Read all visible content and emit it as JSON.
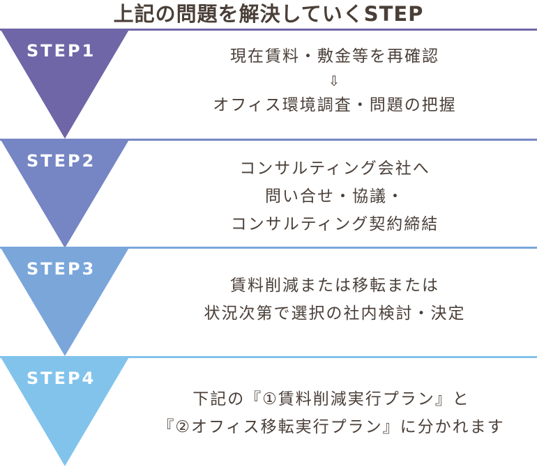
{
  "title": "上記の問題を解決していくSTEP",
  "colors": {
    "step1": "#6f66a8",
    "step2": "#7685c4",
    "step3": "#7aa6da",
    "step4": "#82c3ec",
    "text": "#4a3f38"
  },
  "steps": [
    {
      "label": "STEP1",
      "lines": [
        "現在賃料・敷金等を再確認",
        "⇩",
        "オフィス環境調査・問題の把握"
      ]
    },
    {
      "label": "STEP2",
      "lines": [
        "コンサルティング会社へ",
        "問い合せ・協議・",
        "コンサルティング契約締結"
      ]
    },
    {
      "label": "STEP3",
      "lines": [
        "賃料削減または移転または",
        "状況次第で選択の社内検討・決定"
      ]
    },
    {
      "label": "STEP4",
      "lines": [
        "下記の『①賃料削減実行プラン』と",
        "『②オフィス移転実行プラン』に分かれます"
      ]
    }
  ]
}
